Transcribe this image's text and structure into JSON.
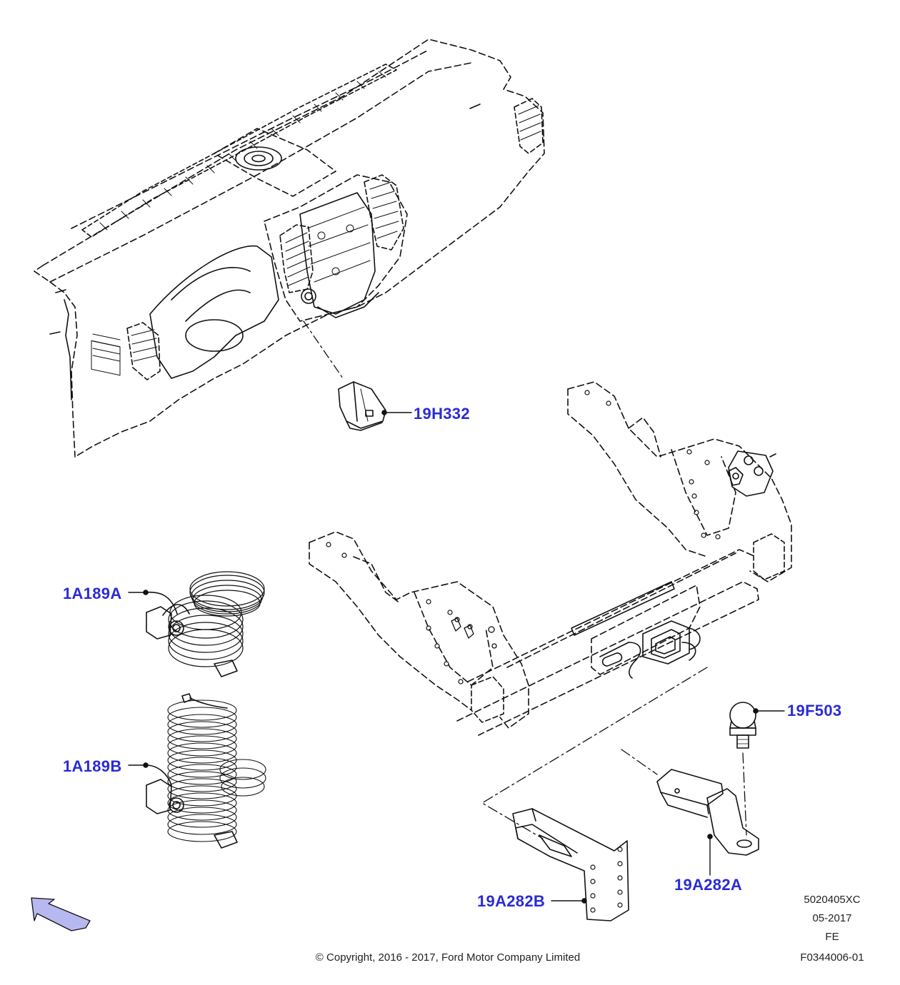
{
  "diagram": {
    "callouts": [
      {
        "id": "dash-module",
        "text": "19H332"
      },
      {
        "id": "cable-a",
        "text": "1A189A"
      },
      {
        "id": "cable-b",
        "text": "1A189B"
      },
      {
        "id": "tow-ball",
        "text": "19F503"
      },
      {
        "id": "ball-mount-a",
        "text": "19A282A"
      },
      {
        "id": "ball-mount-b",
        "text": "19A282B"
      }
    ],
    "reference": {
      "code": "5020405XC",
      "date": "05-2017",
      "region": "FE",
      "figure": "F0344006-01"
    },
    "copyright": "© Copyright, 2016 - 2017, Ford Motor Company Limited",
    "colors": {
      "callout": "#2b2bd6",
      "line": "#111111",
      "arrow_fill": "#b8b8f0"
    }
  }
}
